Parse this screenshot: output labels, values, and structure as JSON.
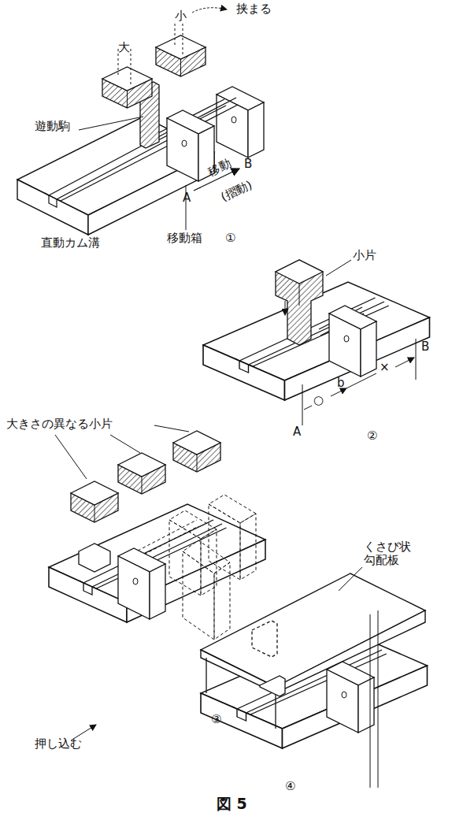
{
  "diagram": {
    "caption": "図 5",
    "labels": [
      "小",
      "挟まる",
      "大",
      "遊動駒",
      "A",
      "移動",
      "B",
      "(摺動)",
      "移動箱",
      "直動カム溝",
      "①",
      "小片",
      "A",
      "○",
      "b",
      "×",
      "B",
      "②",
      "大きさの異なる小片",
      "③",
      "くさび状 勾配板",
      "押し込む",
      "④"
    ]
  }
}
